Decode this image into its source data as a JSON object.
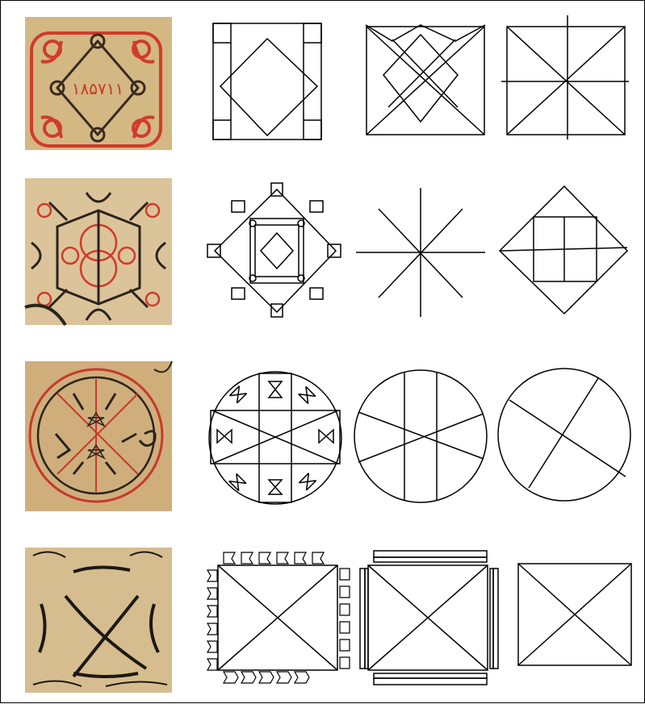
{
  "figure": {
    "rows": [
      {
        "photo": {
          "kind": "manuscript-square-seal",
          "inscription": "۱۸۵۷۱۱",
          "ink": [
            "#d13b2b",
            "#3a2a1e"
          ],
          "paper": "#d9c08f"
        },
        "panels": [
          "square-with-corner-tabs-inscribed-diamond",
          "square-with-two-overlapping-diamonds-and-diagonals",
          "square-with-diagonals-and-cross"
        ]
      },
      {
        "photo": {
          "kind": "manuscript-octagonal-knot-seal",
          "ink": [
            "#d13b2b",
            "#2a241c"
          ],
          "paper": "#dcc49a"
        },
        "panels": [
          "diamond-with-nested-squares-and-looped-tabs",
          "eight-ray-star",
          "diamond-with-inscribed-square-grid"
        ]
      },
      {
        "photo": {
          "kind": "manuscript-circular-seal",
          "ink": [
            "#c8382a",
            "#2a241c"
          ],
          "paper": "#cfae7c"
        },
        "panels": [
          "circle-with-hourglass-symbols",
          "circle-with-chords-and-vertical-band",
          "circle-with-two-crossing-lines"
        ]
      },
      {
        "photo": {
          "kind": "manuscript-calligraphic-cross",
          "ink": [
            "#1d1812"
          ],
          "paper": "#d6bd8f"
        },
        "panels": [
          "square-with-diagonals-and-letter-border",
          "square-with-diagonals-and-bar-border",
          "square-with-diagonals"
        ]
      }
    ]
  }
}
